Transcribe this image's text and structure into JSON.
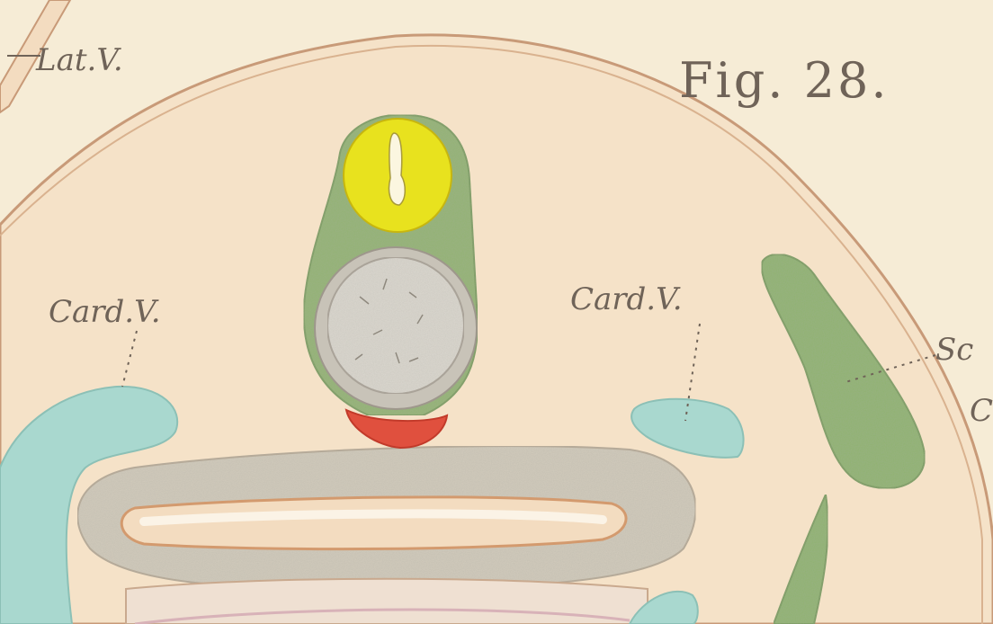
{
  "figure": {
    "title": "Fig. 28."
  },
  "labels": {
    "lateral_vein": "Lat.V.",
    "cardinal_vein_left": "Card.V.",
    "cardinal_vein_right": "Card.V.",
    "scl_partial": "Sc",
    "c_partial": "C"
  },
  "colors": {
    "paper": "#f6ecd6",
    "body_fill": "#f5e2c8",
    "outline": "#c89a78",
    "neural_tube": "#e8e21e",
    "notochord_sheath": "#93b472",
    "notochord": "#cfcac0",
    "aorta": "#e0503e",
    "cardinal_vein": "#a9d8cf",
    "sclerotome": "#8fb46f",
    "gut": "#d2cbbc"
  }
}
